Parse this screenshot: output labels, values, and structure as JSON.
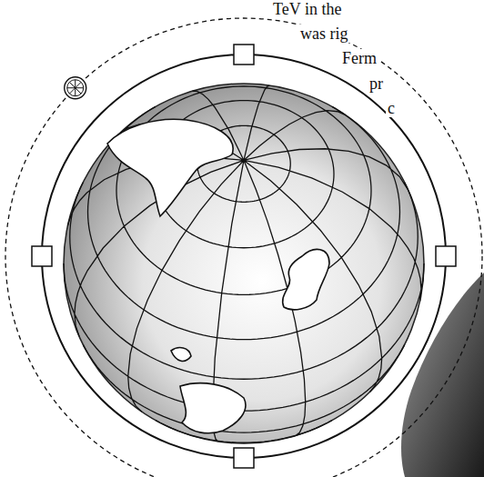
{
  "diagram": {
    "labels": [
      "TeV in the",
      "was rig",
      "Ferm",
      "pr",
      "c"
    ]
  }
}
